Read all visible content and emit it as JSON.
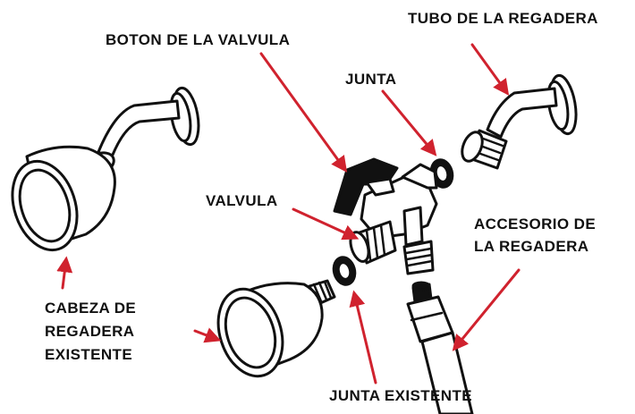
{
  "colors": {
    "arrow": "#d0222e",
    "stroke": "#111111",
    "fill": "#ffffff",
    "dark": "#111111"
  },
  "labels": {
    "tubo_regadera": "TUBO DE LA REGADERA",
    "boton_valvula": "BOTON DE LA VALVULA",
    "junta": "JUNTA",
    "valvula": "VALVULA",
    "accesorio_1": "ACCESORIO DE",
    "accesorio_2": "LA REGADERA",
    "cabeza_1": "CABEZA DE",
    "cabeza_2": "REGADERA",
    "cabeza_3": "EXISTENTE",
    "junta_existente": "JUNTA EXISTENTE"
  }
}
